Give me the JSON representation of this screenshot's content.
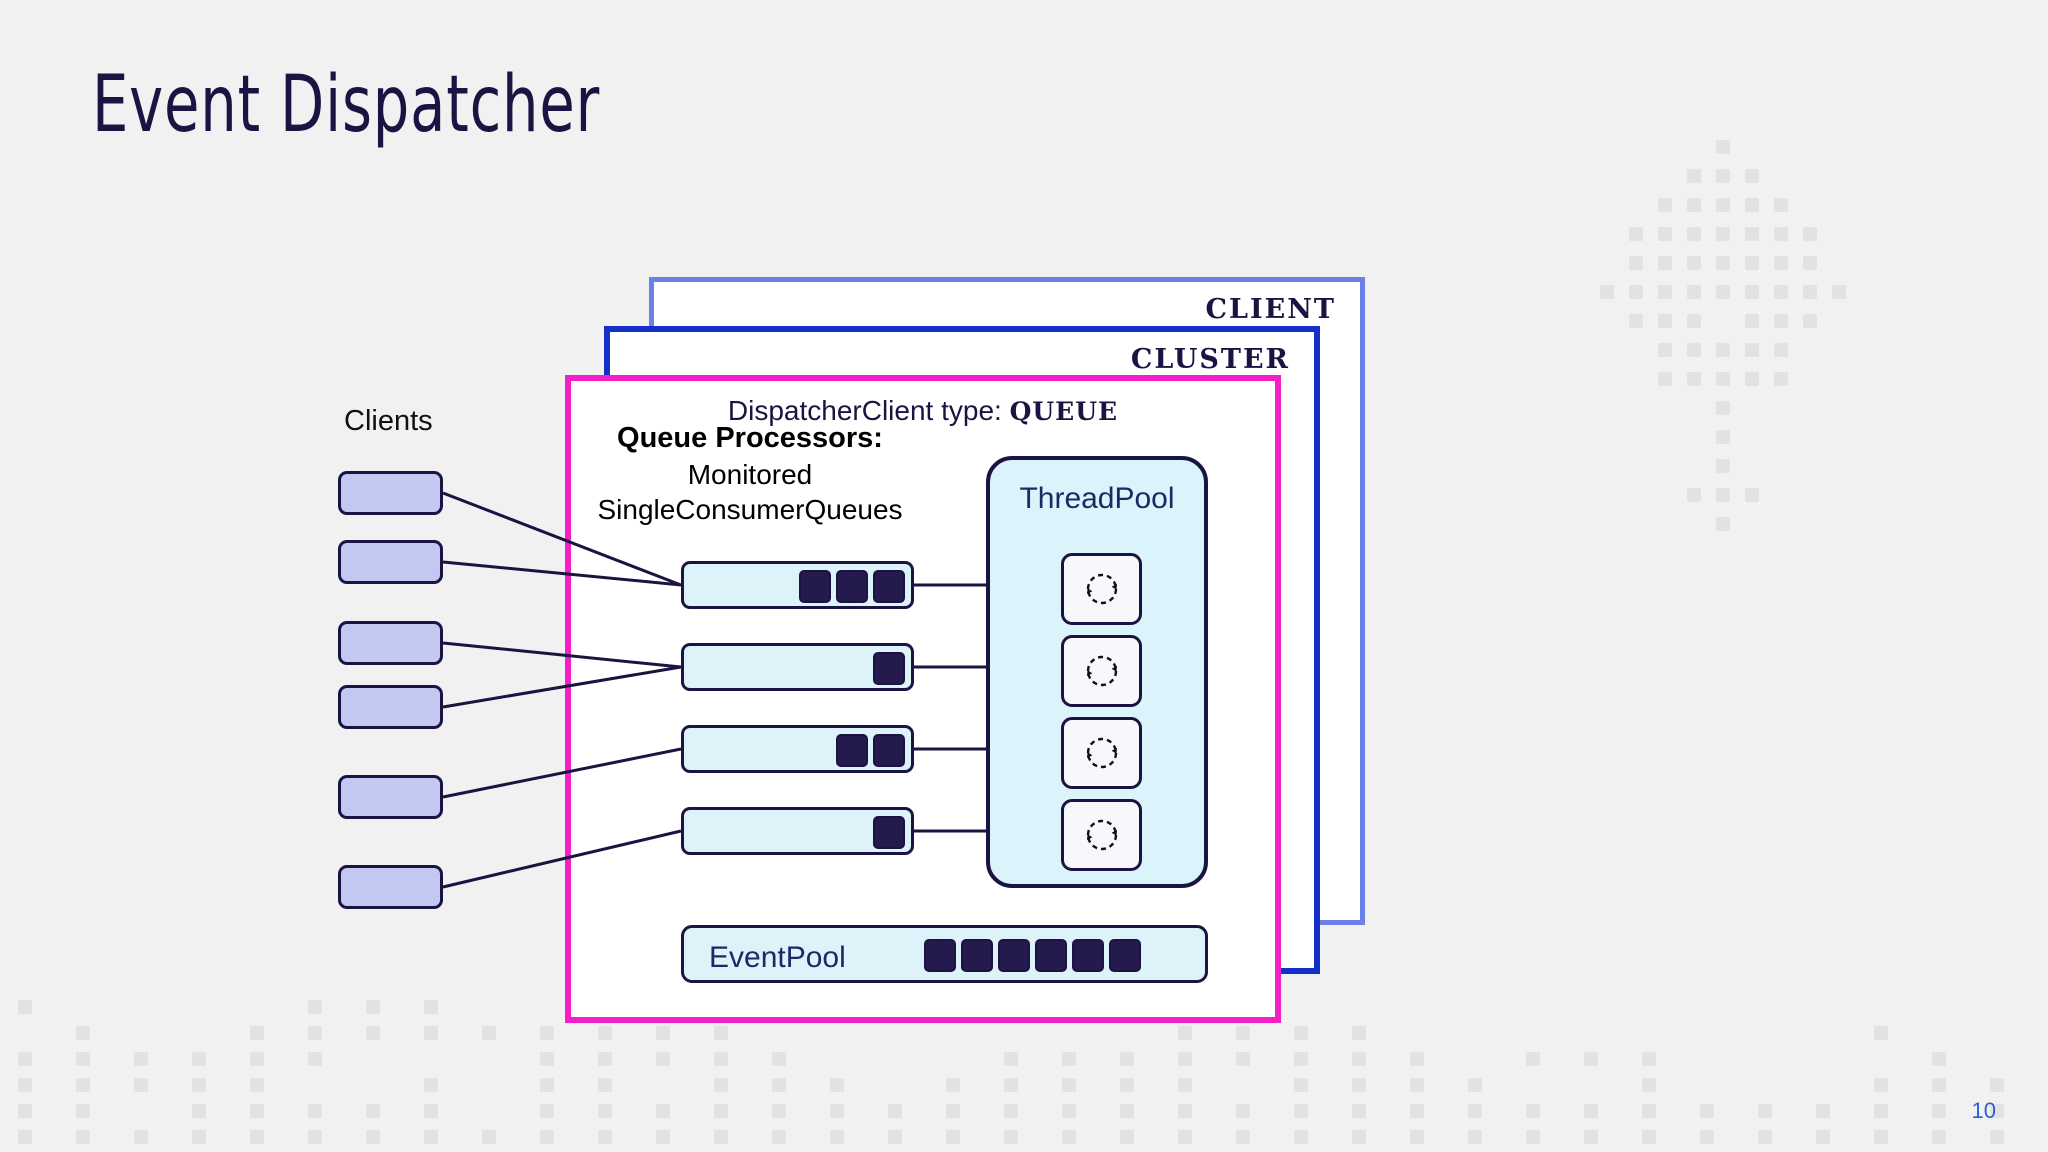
{
  "slide": {
    "title": "Event Dispatcher",
    "page_number": "10"
  },
  "colors": {
    "background": "#f1f1f2",
    "title_text": "#1b1442",
    "frame_client": "#6c81e8",
    "frame_cluster": "#1430c8",
    "frame_dispatcher": "#f41fc8",
    "client_box_fill": "#c2c8f2",
    "queue_fill": "#def2fa",
    "threadpool_fill": "#dbf3fb",
    "event_block": "#241a4e",
    "stroke": "#1b1442",
    "page_number": "#2b5fd9"
  },
  "frames": {
    "client": {
      "label": "CLIENT"
    },
    "cluster": {
      "label": "CLUSTER"
    },
    "dispatcher": {
      "label_prefix": "DispatcherClient type:",
      "label_value": "QUEUE"
    }
  },
  "clients": {
    "heading": "Clients",
    "boxes": [
      {
        "name": "client-1"
      },
      {
        "name": "client-2"
      },
      {
        "name": "client-3"
      },
      {
        "name": "client-4"
      },
      {
        "name": "client-5"
      },
      {
        "name": "client-6"
      }
    ]
  },
  "queue_processors": {
    "caption_bold": "Queue Processors:",
    "caption_line2": "Monitored",
    "caption_line3": "SingleConsumerQueues",
    "queues": [
      {
        "name": "queue-1",
        "event_count": 3
      },
      {
        "name": "queue-2",
        "event_count": 1
      },
      {
        "name": "queue-3",
        "event_count": 2
      },
      {
        "name": "queue-4",
        "event_count": 1
      }
    ]
  },
  "thread_pool": {
    "title": "ThreadPool",
    "threads": [
      {
        "name": "thread-1",
        "icon": "cycle-icon"
      },
      {
        "name": "thread-2",
        "icon": "cycle-icon"
      },
      {
        "name": "thread-3",
        "icon": "cycle-icon"
      },
      {
        "name": "thread-4",
        "icon": "cycle-icon"
      }
    ]
  },
  "event_pool": {
    "label": "EventPool",
    "event_count": 6
  }
}
